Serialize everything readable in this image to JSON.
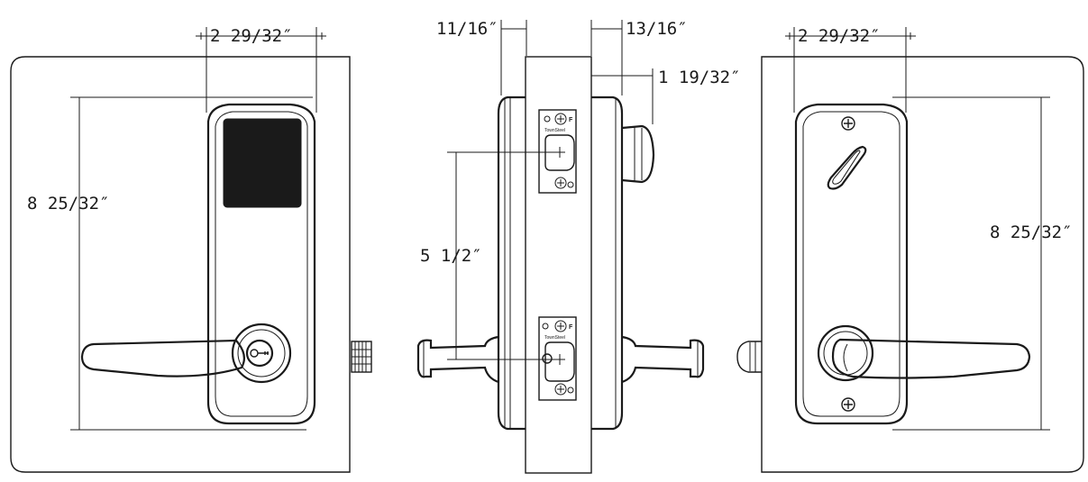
{
  "dimensions": {
    "front_width": "2 29/32″",
    "front_height": "8 25/32″",
    "side_latch_offset": "11/16″",
    "side_door_inner": "13/16″",
    "side_projection": "1 19/32″",
    "side_screw_spacing": "5 1/2″",
    "back_width": "2 29/32″",
    "back_height": "8 25/32″"
  },
  "side_view": {
    "strike_brand": "TownSteel",
    "strike_mark": "F"
  },
  "colors": {
    "line": "#1a1a1a",
    "background": "#ffffff",
    "reader_panel": "#1a1a1a"
  }
}
